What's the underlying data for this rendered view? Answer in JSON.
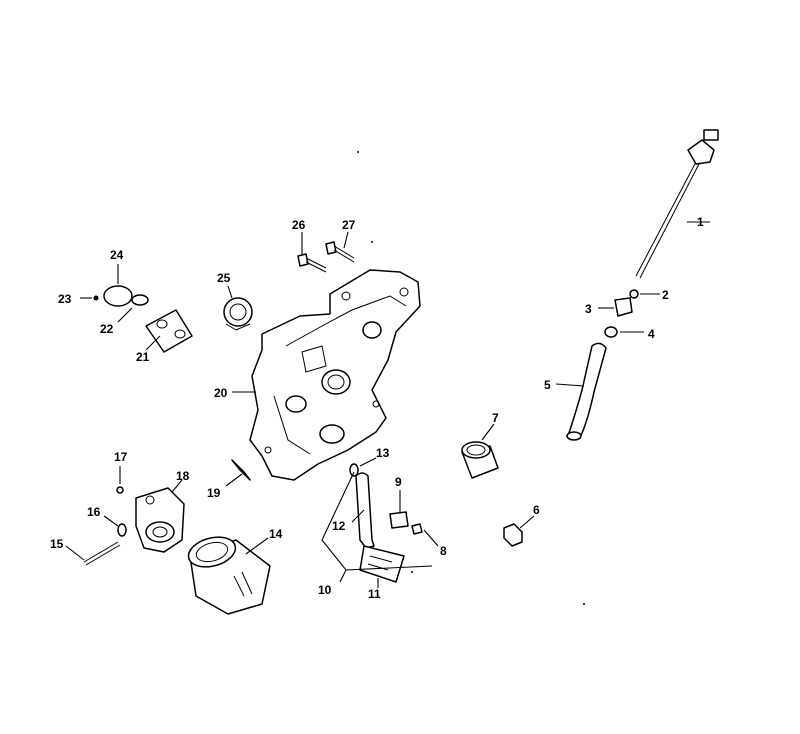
{
  "callouts": {
    "c1": "1",
    "c2": "2",
    "c3": "3",
    "c4": "4",
    "c5": "5",
    "c6": "6",
    "c7": "7",
    "c8": "8",
    "c9": "9",
    "c10": "10",
    "c11": "11",
    "c12": "12",
    "c13": "13",
    "c14": "14",
    "c15": "15",
    "c16": "16",
    "c17": "17",
    "c18": "18",
    "c19": "19",
    "c20": "20",
    "c21": "21",
    "c22": "22",
    "c23": "23",
    "c24": "24",
    "c25": "25",
    "c26": "26",
    "c27": "27"
  },
  "colors": {
    "ink": "#000000",
    "paper": "#ffffff"
  }
}
